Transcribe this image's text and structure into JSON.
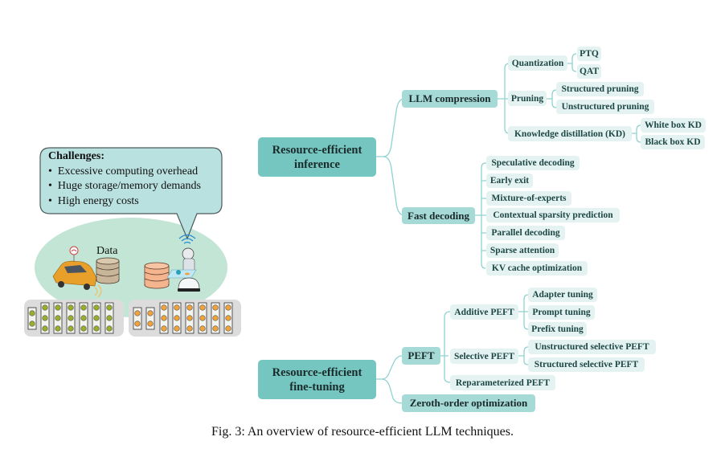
{
  "challenges": {
    "title": "Challenges:",
    "items": [
      "Excessive computing overhead",
      "Huge storage/memory demands",
      "High energy costs"
    ]
  },
  "illustration": {
    "data_label": "Data"
  },
  "tree": {
    "inference": {
      "label": "Resource-efficient inference",
      "line1": "Resource-efficient",
      "line2": "inference",
      "compression": {
        "label": "LLM compression",
        "quantization": {
          "label": "Quantization",
          "children": [
            "PTQ",
            "QAT"
          ]
        },
        "pruning": {
          "label": "Pruning",
          "children": [
            "Structured pruning",
            "Unstructured pruning"
          ]
        },
        "kd": {
          "label": "Knowledge distillation (KD)",
          "children": [
            "White box KD",
            "Black box KD"
          ]
        }
      },
      "fast_decoding": {
        "label": "Fast decoding",
        "children": [
          "Speculative decoding",
          "Early exit",
          "Mixture-of-experts",
          "Contextual sparsity prediction",
          "Parallel decoding",
          "Sparse attention",
          "KV cache optimization"
        ]
      }
    },
    "finetuning": {
      "label": "Resource-efficient fine-tuning",
      "line1": "Resource-efficient",
      "line2": "fine-tuning",
      "peft": {
        "label": "PEFT",
        "additive": {
          "label": "Additive PEFT",
          "children": [
            "Adapter tuning",
            "Prompt tuning",
            "Prefix tuning"
          ]
        },
        "selective": {
          "label": "Selective PEFT",
          "children": [
            "Unstructured selective PEFT",
            "Structured selective PEFT"
          ]
        },
        "reparameterized": {
          "label": "Reparameterized PEFT"
        }
      },
      "zeroth": {
        "label": "Zeroth-order optimization"
      }
    }
  },
  "caption": "Fig. 3: An overview of resource-efficient LLM techniques.",
  "colors": {
    "root": "#75c6c0",
    "level1": "#a6dad7",
    "level2": "#e4f3f2",
    "link": "#8fd3cf",
    "bubble": "#b9e1e0",
    "ellipse": "#c3e5d6",
    "green_dot": "#9aae2c",
    "orange_dot": "#f2a23a"
  }
}
